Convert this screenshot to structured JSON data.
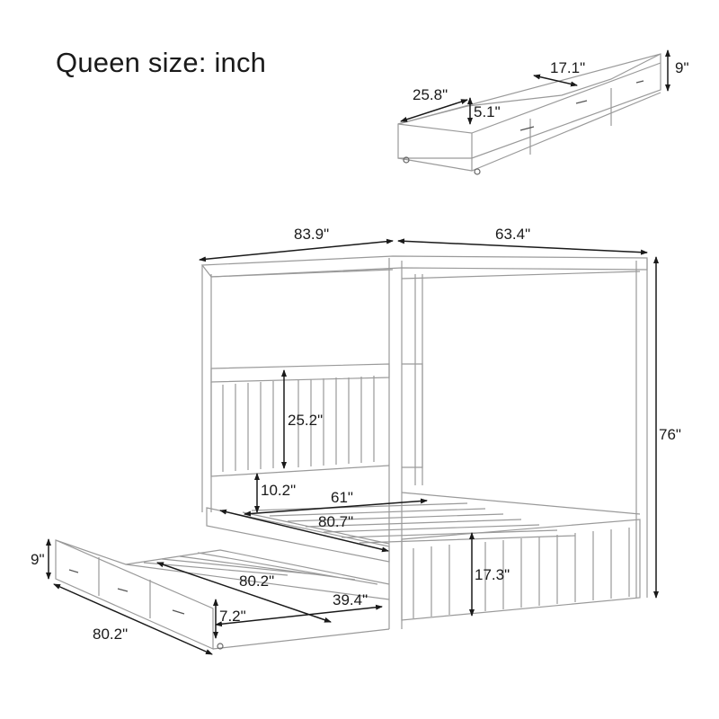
{
  "title": "Queen size: inch",
  "unit": "inch",
  "drawer_unit": {
    "depth": "25.8\"",
    "drawer_width": "17.1\"",
    "inner_height": "5.1\"",
    "height": "9\""
  },
  "bed": {
    "length": "83.9\"",
    "width": "63.4\"",
    "height": "76\"",
    "headboard_height": "25.2\"",
    "headboard_gap": "10.2\"",
    "inner_width": "61\"",
    "inner_length": "80.7\"",
    "footboard_height": "17.3\""
  },
  "trundle": {
    "height": "9\"",
    "length": "80.2\"",
    "inner_length": "80.2\"",
    "inner_width": "39.4\"",
    "inner_height": "7.2\""
  },
  "colors": {
    "line": "#1a1a1a",
    "frame": "#9a9a9a",
    "background": "#ffffff"
  }
}
